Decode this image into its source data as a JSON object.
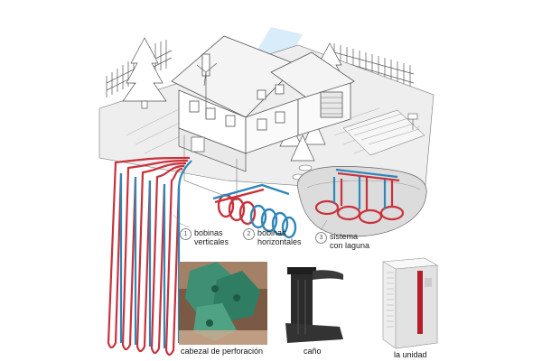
{
  "systems": [
    {
      "number": "1",
      "line1": "bobinas",
      "line2": "verticales"
    },
    {
      "number": "2",
      "line1": "bobinas",
      "line2": "horizontales"
    },
    {
      "number": "3",
      "line1": "sistema",
      "line2": "con laguna"
    }
  ],
  "photos": [
    {
      "caption": "cabezal de perforación",
      "icon": "drill-head-photo"
    },
    {
      "caption": "caño",
      "icon": "pipe-photo"
    },
    {
      "caption": "la unidad",
      "icon": "heat-pump-unit-photo"
    }
  ],
  "colors": {
    "supply_pipe": "#c8323c",
    "return_pipe": "#2f86b8",
    "line_art": "#555555",
    "ground_gray": "#d6d6d6"
  }
}
